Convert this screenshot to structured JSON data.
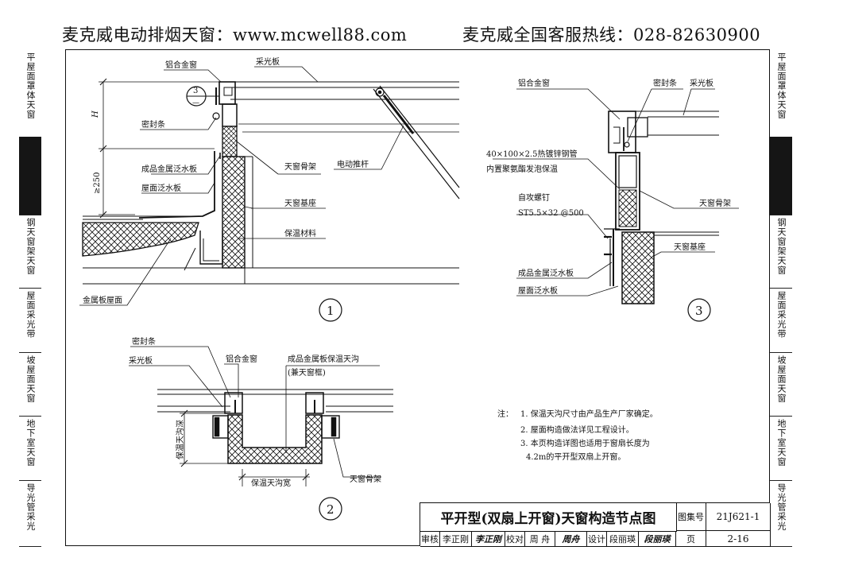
{
  "header": {
    "left": "麦克威电动排烟天窗：www.mcwell88.com",
    "right": "麦克威全国客服热线：028-82630900"
  },
  "sidebar_left": [
    {
      "label": "平屋面罩体天窗",
      "active": false
    },
    {
      "label": "",
      "active": true
    },
    {
      "label": "钢天窗架天窗",
      "active": false
    },
    {
      "label": "屋面采光带",
      "active": false
    },
    {
      "label": "坡屋面天窗",
      "active": false
    },
    {
      "label": "地下室天窗",
      "active": false
    },
    {
      "label": "导光管采光",
      "active": false
    }
  ],
  "sidebar_right": [
    {
      "label": "平屋面罩体天窗",
      "active": false
    },
    {
      "label": "",
      "active": true
    },
    {
      "label": "钢天窗架天窗",
      "active": false
    },
    {
      "label": "屋面采光带",
      "active": false
    },
    {
      "label": "坡屋面天窗",
      "active": false
    },
    {
      "label": "地下室天窗",
      "active": false
    },
    {
      "label": "导光管采光",
      "active": false
    }
  ],
  "detail1": {
    "number": "1",
    "labels": {
      "frame": "铝合金窗",
      "panel": "采光板",
      "seal": "密封条",
      "flashing_product": "成品金属泛水板",
      "flashing_roof": "屋面泛水板",
      "skeleton": "天窗骨架",
      "actuator": "电动推杆",
      "base": "天窗基座",
      "insulation": "保温材料",
      "metal_roof": "金属板屋面"
    },
    "dim_h": "H",
    "dim_250": "≥250",
    "callout_top": "3",
    "callout_bottom": "—"
  },
  "detail2": {
    "number": "2",
    "labels": {
      "seal": "密封条",
      "panel": "采光板",
      "frame": "铝合金窗",
      "gutter": "成品金属板保温天沟",
      "gutter_note": "(兼天窗框)",
      "skeleton": "天窗骨架",
      "gutter_depth": "保温天沟深",
      "gutter_width": "保温天沟宽"
    }
  },
  "detail3": {
    "number": "3",
    "labels": {
      "frame": "铝合金窗",
      "seal": "密封条",
      "panel": "采光板",
      "tube_spec": "40×100×2.5热镀锌钢管",
      "tube_fill": "内置聚氨酯发泡保温",
      "screw": "自攻螺钉",
      "screw_spec": "ST5.5×32 @500",
      "skeleton": "天窗骨架",
      "base": "天窗基座",
      "flashing_product": "成品金属泛水板",
      "flashing_roof": "屋面泛水板"
    }
  },
  "notes": {
    "prefix": "注：",
    "items": [
      "1. 保温天沟尺寸由产品生产厂家确定。",
      "2. 屋面构造做法详见工程设计。",
      "3. 本页构造详图也适用于窗扇长度为",
      "4.2m的平开型双扇上开窗。"
    ]
  },
  "titleblock": {
    "title": "平开型(双扇上开窗)天窗构造节点图",
    "atlas_label": "图集号",
    "atlas_no": "21J621-1",
    "review_label": "审核",
    "review_name": "李正刚",
    "review_sig": "李正刚",
    "check_label": "校对",
    "check_name": "周 舟",
    "check_sig": "周舟",
    "design_label": "设计",
    "design_name": "段丽瑛",
    "design_sig": "段丽瑛",
    "page_label": "页",
    "page_no": "2-16"
  }
}
